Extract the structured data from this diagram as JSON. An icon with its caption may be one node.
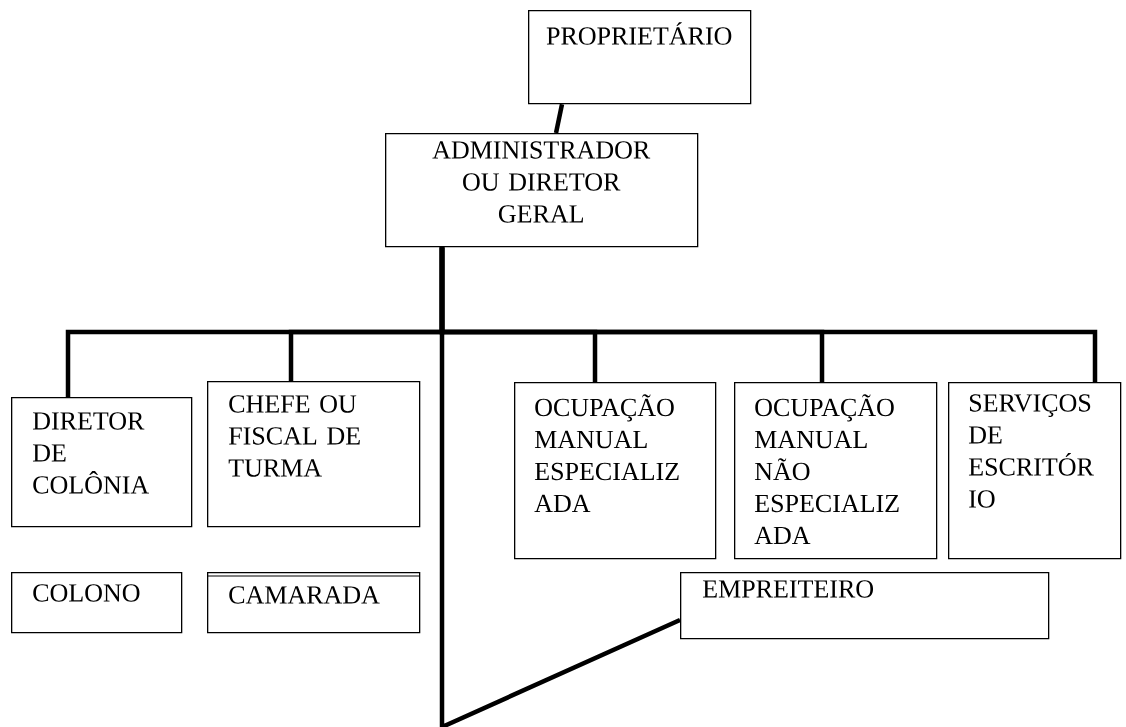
{
  "diagram": {
    "nodes": [
      {
        "text": [
          "PROPRIETÁRIO"
        ]
      },
      {
        "text": [
          "ADMINISTRADOR OU DIRETOR GERAL"
        ]
      },
      {
        "text": [
          "DIRETOR DE COLÔNIA"
        ]
      },
      {
        "text": [
          "CHEFE OU FISCAL DE TURMA"
        ]
      },
      {
        "text": [
          "OCUPAÇÃO MANUAL ESPECIALIZ ADA"
        ]
      },
      {
        "text": [
          "OCUPAÇÃO MANUAL NÃO ESPECIALIZ ADA"
        ]
      },
      {
        "text": [
          "SERVIÇOS DE ESCRITÓR IO"
        ]
      },
      {
        "text": [
          "COLONO"
        ]
      },
      {
        "text": [
          "CAMARADA"
        ]
      },
      {
        "text": [
          "EMPREITEIRO"
        ]
      }
    ],
    "edges": [
      {
        "from": 0,
        "to": 1,
        "arrow": "none"
      },
      {
        "from": 1,
        "to": 2,
        "arrow": "none"
      },
      {
        "from": 1,
        "to": 3,
        "arrow": "none"
      },
      {
        "from": 1,
        "to": 4,
        "arrow": "none"
      },
      {
        "from": 1,
        "to": 5,
        "arrow": "none"
      },
      {
        "from": 1,
        "to": 6,
        "arrow": "none"
      },
      {
        "from": 1,
        "to": 9,
        "arrow": "none"
      }
    ]
  }
}
